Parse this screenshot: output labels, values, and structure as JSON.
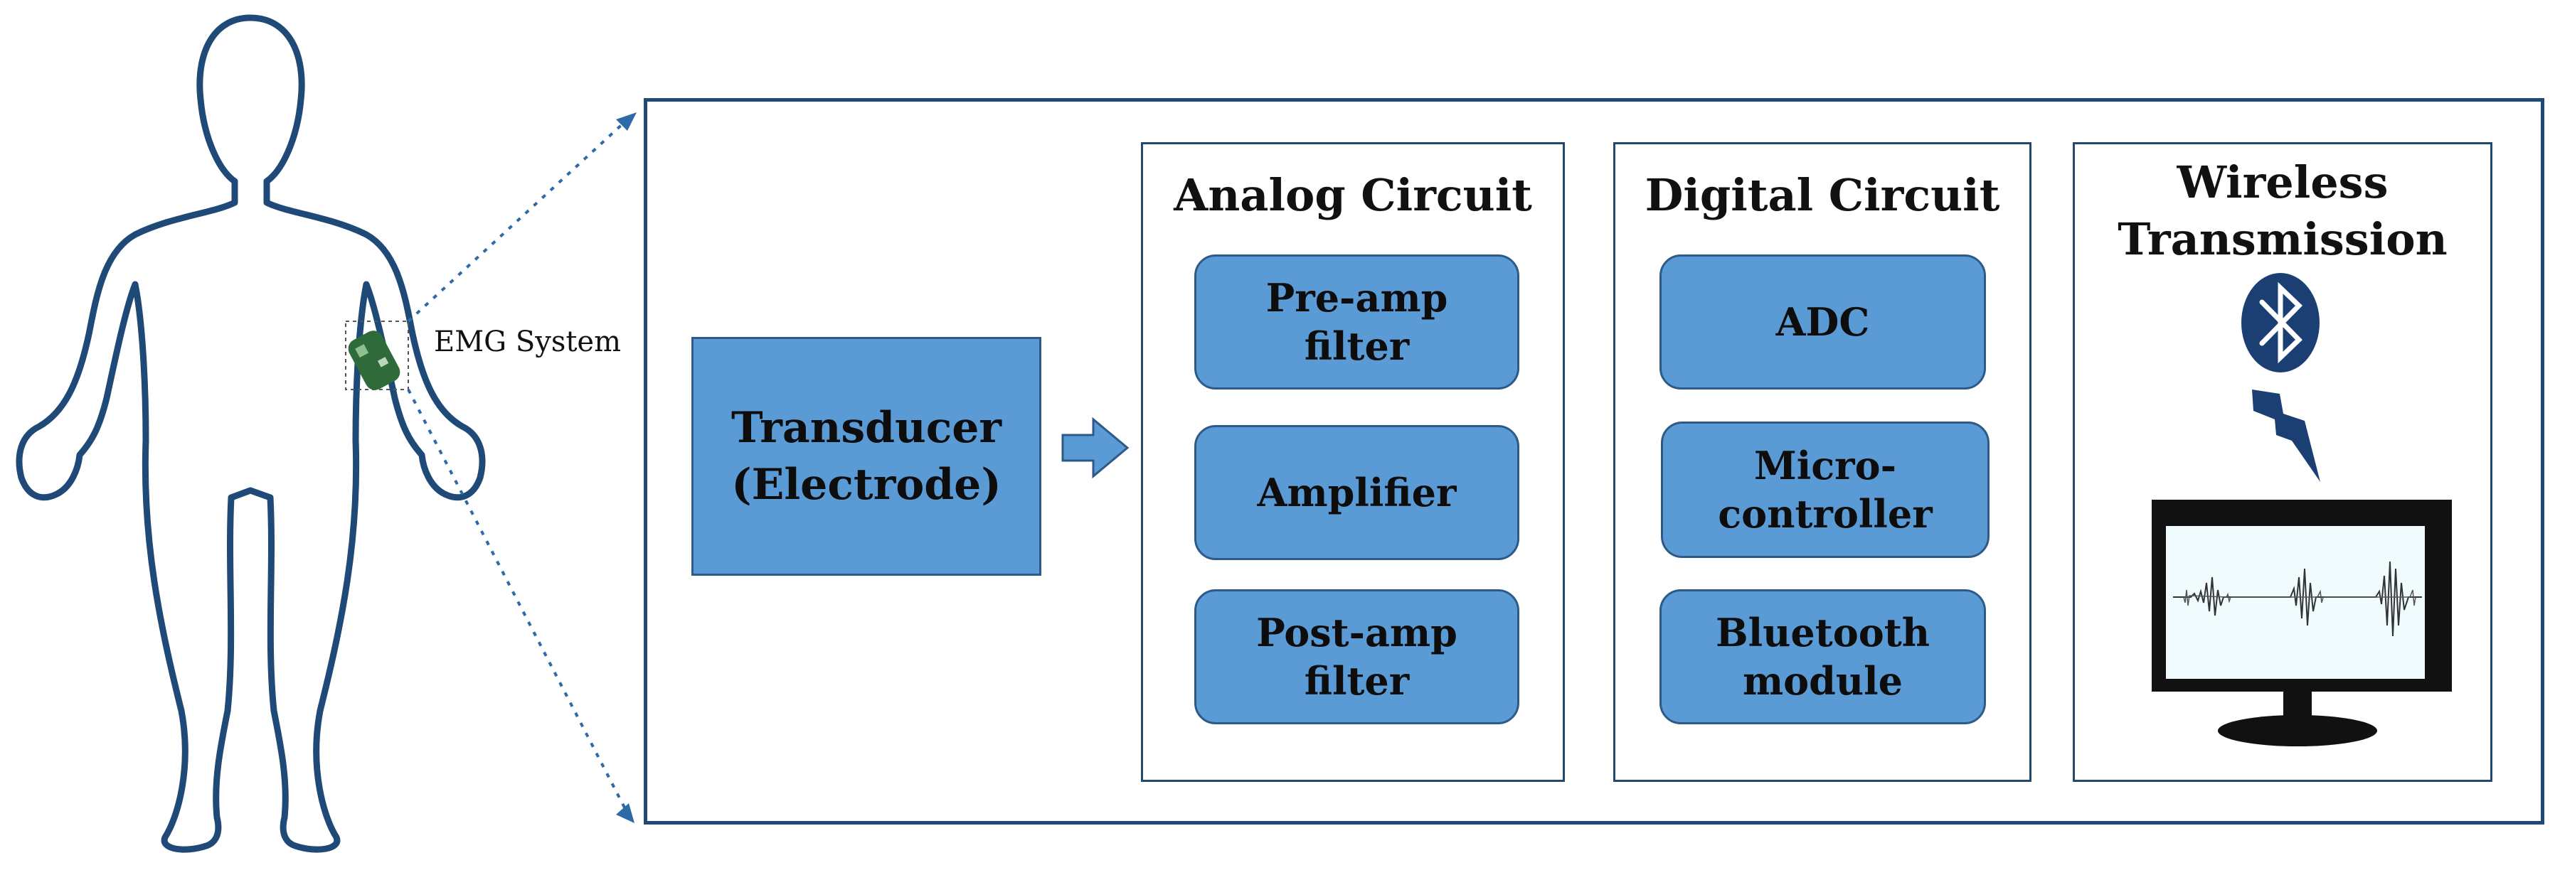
{
  "emg_label": "EMG System",
  "transducer": {
    "label": "Transducer\n(Electrode)"
  },
  "sections": {
    "analog": {
      "title": "Analog Circuit",
      "blocks": [
        "Pre-amp\nfilter",
        "Amplifier",
        "Post-amp\nfilter"
      ]
    },
    "digital": {
      "title": "Digital Circuit",
      "blocks": [
        "ADC",
        "Micro-\ncontroller",
        "Bluetooth\nmodule"
      ]
    },
    "wireless": {
      "title": "Wireless\nTransmission"
    }
  },
  "colors": {
    "block_fill": "#5b9bd5",
    "block_border": "#2d5a87",
    "outline": "#1f4a78",
    "bluetooth_fill": "#1c3f73",
    "lightning": "#1c3f73",
    "monitor": "#111111"
  },
  "icons": [
    "human-silhouette-icon",
    "emg-device-icon",
    "arrow-right-icon",
    "bluetooth-icon",
    "lightning-bolt-icon",
    "monitor-icon"
  ]
}
